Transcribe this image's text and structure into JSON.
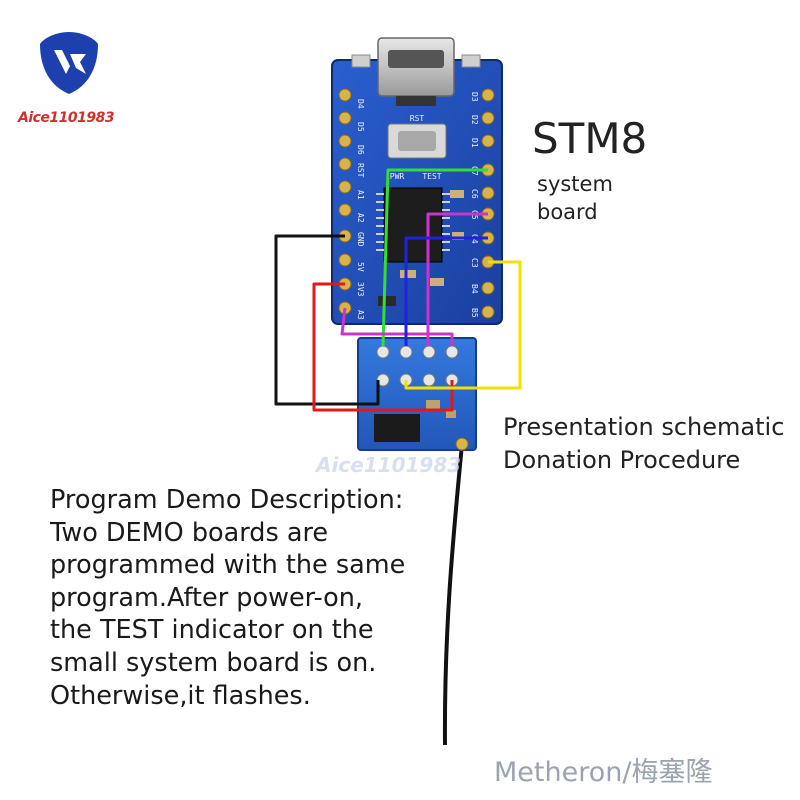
{
  "heading": {
    "title": "STM8",
    "subtitle_line1": "system",
    "subtitle_line2": "board"
  },
  "captions": {
    "line1": "Presentation schematic",
    "line2": "Donation Procedure"
  },
  "description": {
    "lines": [
      "Program Demo Description:",
      "Two DEMO boards are",
      "programmed with the same",
      "program.After power-on,",
      "the TEST indicator on the",
      "small system board is on.",
      "Otherwise,it flashes."
    ]
  },
  "brand": {
    "logo_text": "Aice1101983",
    "watermark_text": "Aice1101983"
  },
  "credit": "Metheron/梅塞隆",
  "board": {
    "left_pins": [
      "D4",
      "D5",
      "D6",
      "RST",
      "A1",
      "A2",
      "GND",
      "5V",
      "3V3",
      "A3"
    ],
    "right_pins": [
      "D3",
      "D2",
      "D1",
      "C7",
      "C6",
      "C5",
      "C4",
      "C3",
      "B4",
      "B5"
    ],
    "silk_labels": [
      "PWR",
      "TEST",
      "RST"
    ]
  },
  "colors": {
    "board_blue": "#1f4fb8",
    "module_blue": "#2a6ad1",
    "wire_black": "#111111",
    "wire_red": "#e01919",
    "wire_green": "#33dd33",
    "wire_magenta": "#cc33cc",
    "wire_blue": "#2222dd",
    "wire_yellow": "#f2e000",
    "brand_red": "#d32f2f",
    "brand_blue": "#1e3fae"
  }
}
